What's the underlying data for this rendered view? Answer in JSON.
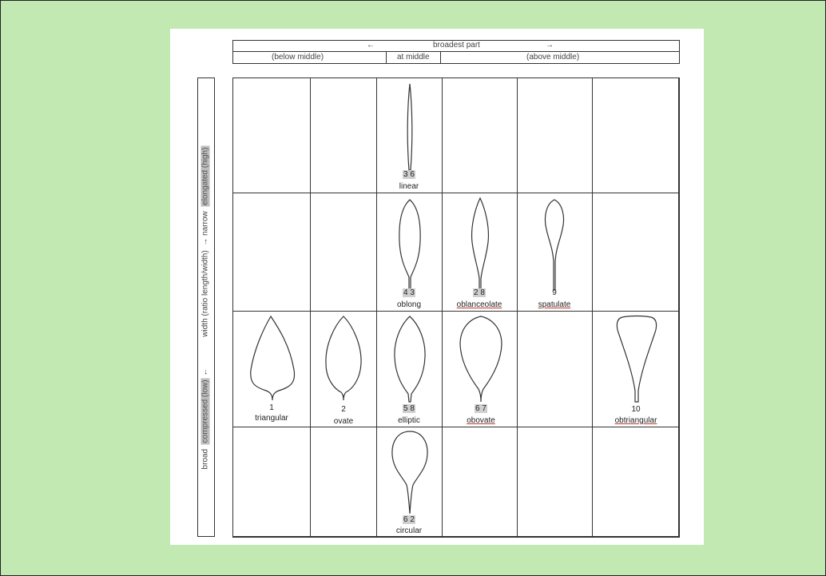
{
  "header": {
    "left_arrow": "←",
    "broadest": "broadest part",
    "right_arrow": "→",
    "below": "(below middle)",
    "middle": "at middle",
    "above": "(above middle)"
  },
  "side": {
    "broad": "broad",
    "compressed": "compressed (low)",
    "arrow1": "←",
    "width": "width (ratio length/width)",
    "arrow2": "→",
    "narrow": "narrow",
    "elongated": "elongated (high)"
  },
  "shapes": [
    {
      "code": "3 6",
      "name": "linear"
    },
    {
      "code": "4 3",
      "name": "oblong"
    },
    {
      "code": "2 8",
      "name": "oblanceolate"
    },
    {
      "code": "9",
      "name": "spatulate"
    },
    {
      "code": "1",
      "name": "triangular"
    },
    {
      "code": "2",
      "name": "ovate"
    },
    {
      "code": "5 8",
      "name": "elliptic"
    },
    {
      "code": "6 7",
      "name": "obovate"
    },
    {
      "code": "10",
      "name": "obtriangular"
    },
    {
      "code": "6 2",
      "name": "circular"
    }
  ]
}
